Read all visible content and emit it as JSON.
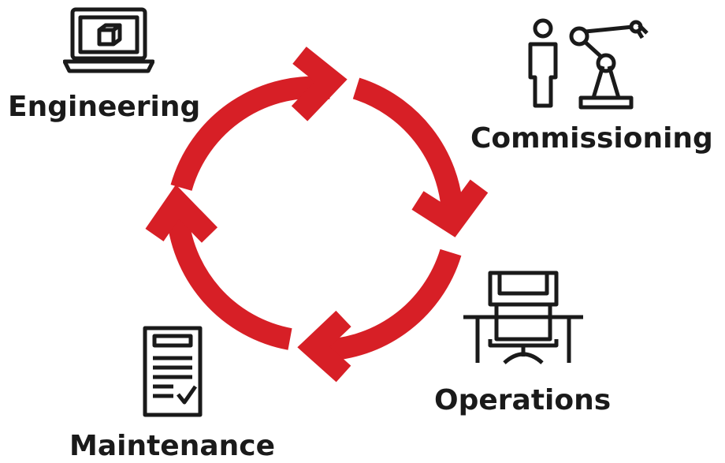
{
  "diagram": {
    "arrow_color": "#d71f26",
    "stages": [
      {
        "label": "Engineering",
        "icon": "laptop-cube-icon"
      },
      {
        "label": "Commissioning",
        "icon": "person-robot-arm-icon"
      },
      {
        "label": "Operations",
        "icon": "desk-chair-icon"
      },
      {
        "label": "Maintenance",
        "icon": "checklist-document-icon"
      }
    ]
  }
}
